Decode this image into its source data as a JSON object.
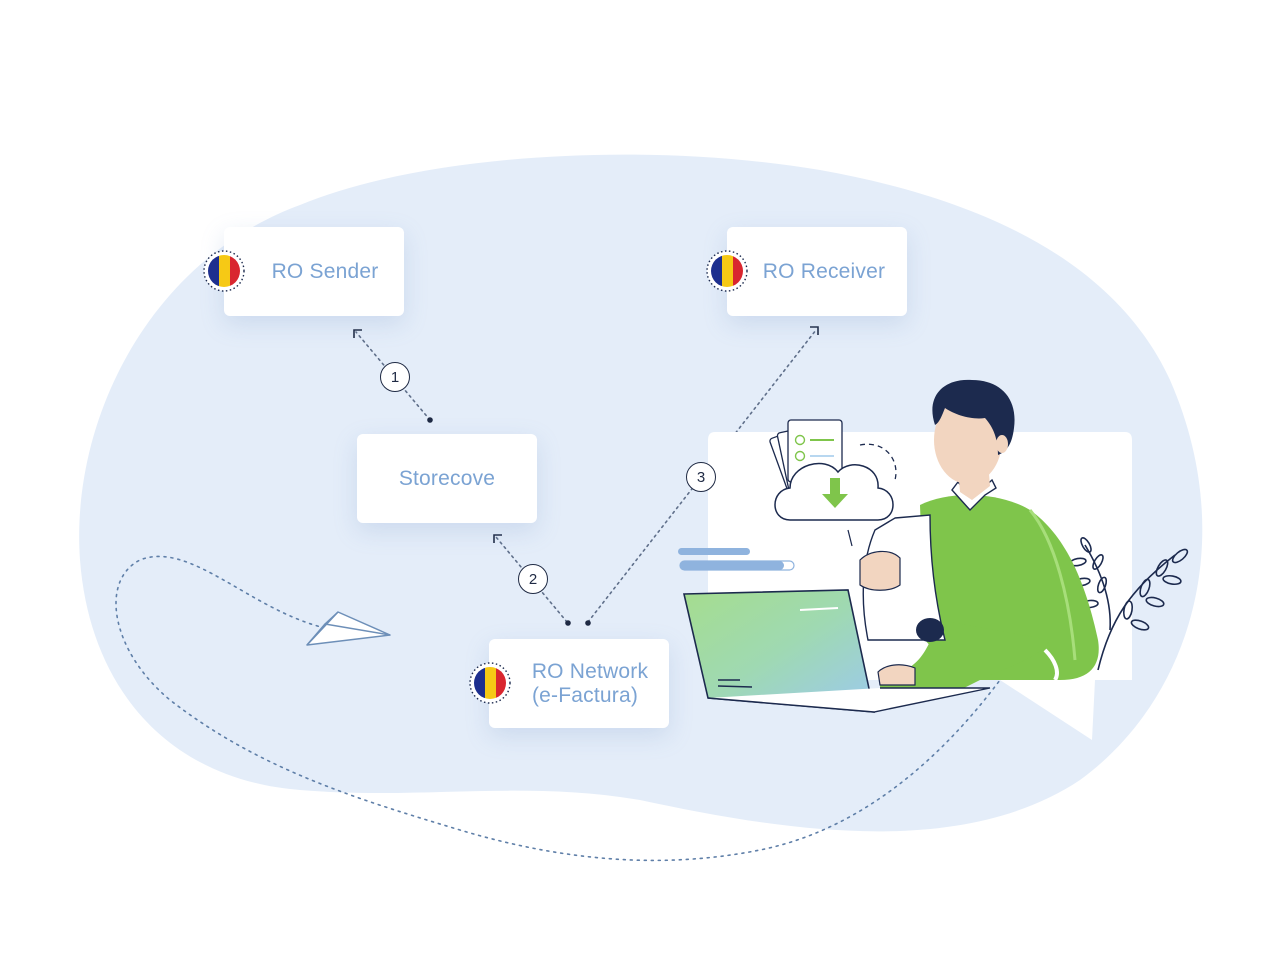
{
  "nodes": {
    "ro_sender": {
      "label": "RO Sender"
    },
    "storecove": {
      "label": "Storecove"
    },
    "ro_receiver": {
      "label": "RO Receiver"
    },
    "ro_network": {
      "line1": "RO Network",
      "line2": "(e-Factura)"
    }
  },
  "steps": [
    "1",
    "2",
    "3"
  ],
  "colors": {
    "blob": "#e4edf9",
    "node_text": "#7ba3d3",
    "connector": "#5f6f8a",
    "flag_blue": "#1d2f8f",
    "flag_yellow": "#f6c915",
    "flag_red": "#d9262f",
    "sweater": "#7fc54b",
    "hair": "#1c2a4e"
  },
  "icons": {
    "flag": "romania-flag-icon",
    "plane": "paper-plane-icon",
    "cloud": "cloud-download-icon"
  }
}
